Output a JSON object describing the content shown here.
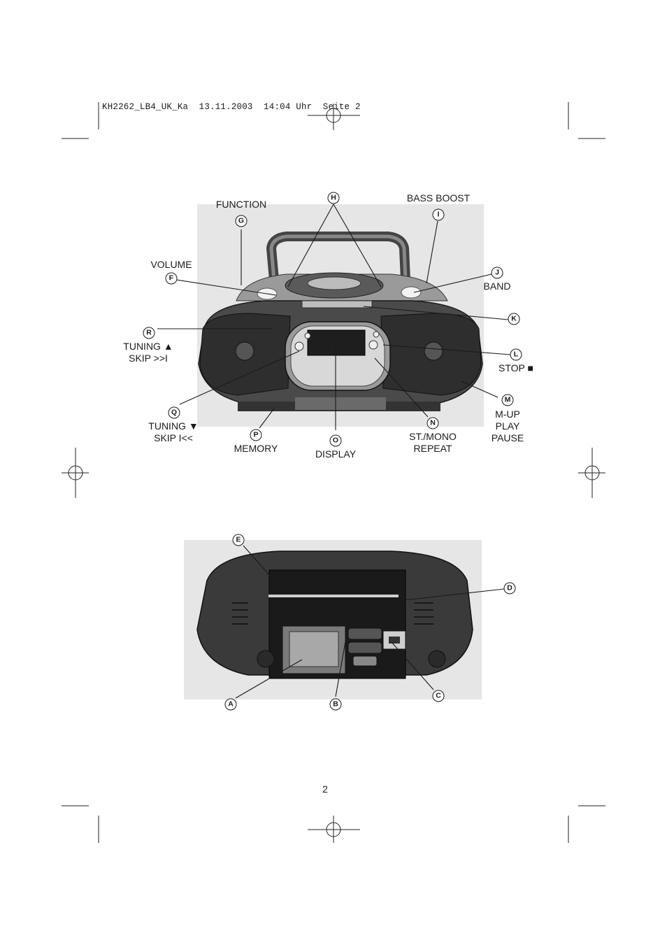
{
  "header": {
    "slug": "KH2262_LB4_UK_Ka  13.11.2003  14:04 Uhr  Seite 2"
  },
  "front_labels": {
    "function": "FUNCTION",
    "bass_boost": "BASS BOOST",
    "volume": "VOLUME",
    "band": "BAND",
    "tuning_up": "TUNING ▲",
    "skip_fwd": "SKIP >>I",
    "stop": "STOP ■",
    "tuning_down": "TUNING ▼",
    "skip_back": "SKIP I<<",
    "mup": "M-UP",
    "play": "PLAY",
    "pause": "PAUSE",
    "memory": "MEMORY",
    "display": "DISPLAY",
    "stmono": "ST./MONO",
    "repeat": "REPEAT"
  },
  "markers": {
    "a": "A",
    "b": "B",
    "c": "C",
    "d": "D",
    "e": "E",
    "f": "F",
    "g": "G",
    "h": "H",
    "i": "I",
    "j": "J",
    "k": "K",
    "l": "L",
    "m": "M",
    "n": "N",
    "o": "O",
    "p": "P",
    "q": "Q",
    "r": "R"
  },
  "page_number": "2"
}
